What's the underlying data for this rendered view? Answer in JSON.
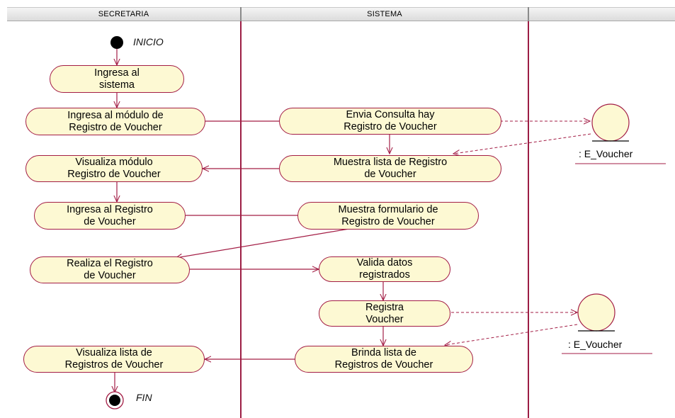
{
  "swimlanes": [
    "SECRETARIA",
    "SISTEMA",
    ""
  ],
  "start_label": "INICIO",
  "end_label": "FIN",
  "activities": {
    "ingresa_sistema": [
      "Ingresa al",
      "sistema"
    ],
    "ingresa_modulo": [
      "Ingresa al módulo  de",
      "Registro de Voucher"
    ],
    "envia_consulta": [
      "Envia Consulta hay",
      "Registro de Voucher"
    ],
    "muestra_lista": [
      "Muestra lista de Registro",
      "de Voucher"
    ],
    "visualiza_modulo": [
      "Visualiza módulo",
      "Registro de Voucher"
    ],
    "ingresa_registro": [
      "Ingresa al Registro",
      "de Voucher"
    ],
    "muestra_formulario": [
      "Muestra formulario de",
      "Registro de Voucher"
    ],
    "realiza_registro": [
      "Realiza el Registro",
      "de Voucher"
    ],
    "valida_datos": [
      "Valida datos",
      "registrados"
    ],
    "registra": [
      "Registra",
      "Voucher"
    ],
    "brinda_lista": [
      "Brinda lista de",
      "Registros de Voucher"
    ],
    "visualiza_lista": [
      "Visualiza lista de",
      "Registros de Voucher"
    ]
  },
  "objects": {
    "voucher_1": ": E_Voucher",
    "voucher_2": ": E_Voucher"
  }
}
